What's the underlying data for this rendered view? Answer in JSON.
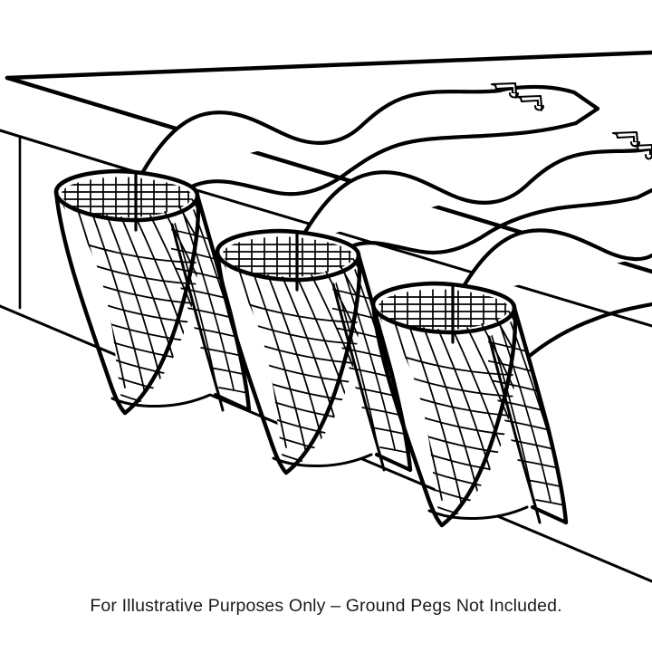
{
  "page": {
    "background_color": "#ffffff",
    "line_color": "#000000",
    "caption": "For Illustrative Purposes Only – Ground Pegs Not Included.",
    "caption_color": "#1b1b1b"
  },
  "illustration": {
    "title": "Raised bed with three netting chutes and ground pegs",
    "style": "black-and-white line drawing",
    "subject": "garden netting socks draped over a raised bed edge",
    "stroke_color": "#000000",
    "fill_color": "#ffffff",
    "element_counts": {
      "netting_chutes": 3,
      "ground_pegs": 4,
      "raised_bed_edges": 4
    },
    "parts": [
      {
        "name": "raised-bed-top-surface",
        "label": "Raised bed top surface"
      },
      {
        "name": "raised-bed-front-face",
        "label": "Raised bed front face"
      },
      {
        "name": "raised-bed-left-end",
        "label": "Raised bed left end"
      },
      {
        "name": "ground-line",
        "label": "Ground line"
      },
      {
        "name": "netting-chute-1",
        "label": "Netting chute (front left)"
      },
      {
        "name": "netting-chute-2",
        "label": "Netting chute (middle)"
      },
      {
        "name": "netting-chute-3",
        "label": "Netting chute (right)"
      },
      {
        "name": "netting-sleeve-1",
        "label": "Netting sleeve running over the bed (top)"
      },
      {
        "name": "netting-sleeve-2",
        "label": "Netting sleeve running over the bed (middle)"
      },
      {
        "name": "netting-sleeve-3",
        "label": "Netting sleeve running over the bed (bottom)"
      },
      {
        "name": "ground-peg-1",
        "label": "Ground peg"
      },
      {
        "name": "ground-peg-2",
        "label": "Ground peg"
      },
      {
        "name": "ground-peg-3",
        "label": "Ground peg"
      },
      {
        "name": "ground-peg-4",
        "label": "Ground peg"
      }
    ]
  }
}
